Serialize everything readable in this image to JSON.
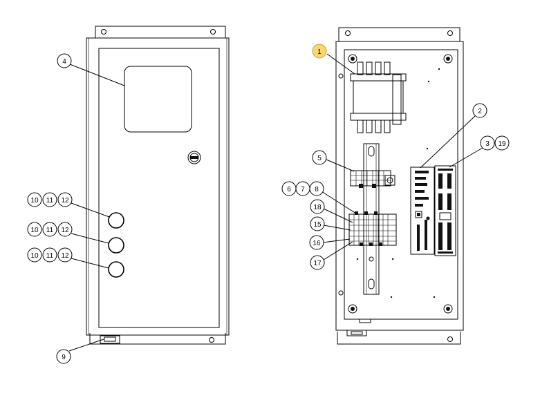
{
  "callouts": {
    "c1": "1",
    "c2": "2",
    "c3": "3",
    "c4": "4",
    "c5": "5",
    "c6": "6",
    "c7": "7",
    "c8": "8",
    "c9": "9",
    "c10a": "10",
    "c11a": "11",
    "c12a": "12",
    "c10b": "10",
    "c11b": "11",
    "c12b": "12",
    "c10c": "10",
    "c11c": "11",
    "c12c": "12",
    "c15": "15",
    "c16": "16",
    "c17": "17",
    "c18": "18",
    "c19": "19"
  },
  "colors": {
    "highlight": "#f6d776",
    "highlight_stroke": "#c9a227",
    "line": "#000000"
  }
}
